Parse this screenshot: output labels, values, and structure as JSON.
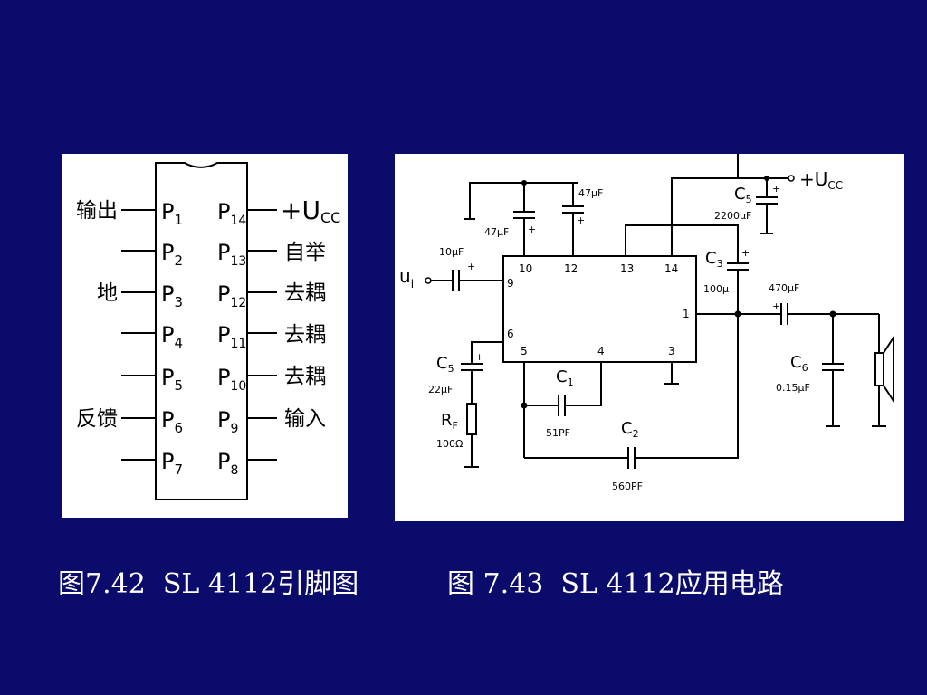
{
  "pinout": {
    "left_pins": [
      {
        "label": "P",
        "sub": "1",
        "func": "输出"
      },
      {
        "label": "P",
        "sub": "2",
        "func": ""
      },
      {
        "label": "P",
        "sub": "3",
        "func": "地"
      },
      {
        "label": "P",
        "sub": "4",
        "func": ""
      },
      {
        "label": "P",
        "sub": "5",
        "func": ""
      },
      {
        "label": "P",
        "sub": "6",
        "func": "反馈"
      },
      {
        "label": "P",
        "sub": "7",
        "func": ""
      }
    ],
    "right_pins": [
      {
        "label": "P",
        "sub": "14",
        "func": "+U",
        "func_sub": "CC"
      },
      {
        "label": "P",
        "sub": "13",
        "func": "自举",
        "func_sub": ""
      },
      {
        "label": "P",
        "sub": "12",
        "func": "去耦",
        "func_sub": ""
      },
      {
        "label": "P",
        "sub": "11",
        "func": "去耦",
        "func_sub": ""
      },
      {
        "label": "P",
        "sub": "10",
        "func": "去耦",
        "func_sub": ""
      },
      {
        "label": "P",
        "sub": "9",
        "func": "输入",
        "func_sub": ""
      },
      {
        "label": "P",
        "sub": "8",
        "func": "",
        "func_sub": ""
      }
    ]
  },
  "circuit": {
    "ic_pins": {
      "p10": "10",
      "p12": "12",
      "p13": "13",
      "p14": "14",
      "p9": "9",
      "p1": "1",
      "p6": "6",
      "p5": "5",
      "p4": "4",
      "p3": "3"
    },
    "components": {
      "cap_47_left": "47μF",
      "cap_47_right": "47μF",
      "cin": "10μF",
      "input_label": "u",
      "input_sub": "i",
      "c5_top_name": "C",
      "c5_top_sub": "5",
      "c5_top_value": "2200μF",
      "supply": "+U",
      "supply_sub": "CC",
      "c3_name": "C",
      "c3_sub": "3",
      "c3_value": "100μ",
      "cout_value": "470μF",
      "c6_name": "C",
      "c6_sub": "6",
      "c6_value": "0.15μF",
      "c5_low_name": "C",
      "c5_low_sub": "5",
      "c5_low_value": "22μF",
      "rf_name": "R",
      "rf_sub": "F",
      "rf_value": "100Ω",
      "c1_name": "C",
      "c1_sub": "1",
      "c1_value": "51PF",
      "c2_name": "C",
      "c2_sub": "2",
      "c2_value": "560PF",
      "plus": "+"
    }
  },
  "captions": {
    "left": "图7.42  SL 4112引脚图",
    "right": "图 7.43  SL 4112应用电路"
  }
}
